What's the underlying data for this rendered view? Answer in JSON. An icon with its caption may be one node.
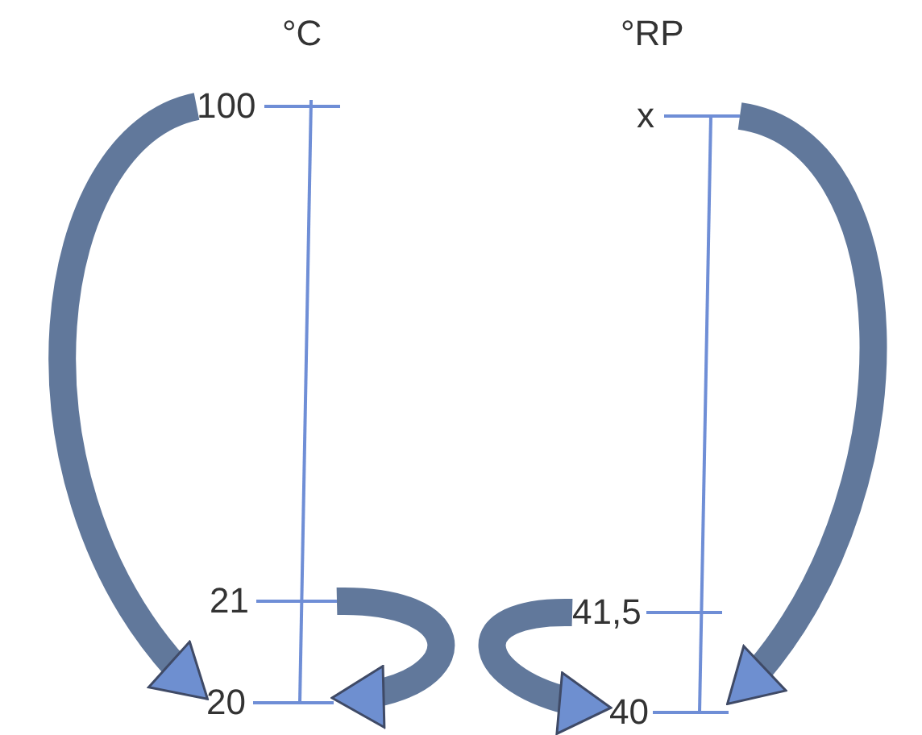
{
  "diagram": {
    "nodes": [
      {
        "text": [
          "100"
        ]
      },
      {
        "text": [
          "21"
        ]
      },
      {
        "text": [
          "20"
        ]
      },
      {
        "text": [
          "x"
        ]
      },
      {
        "text": [
          "41,5"
        ]
      },
      {
        "text": [
          "40"
        ]
      }
    ],
    "edges": [
      {
        "from": 0,
        "to": 2,
        "arrow": "to"
      },
      {
        "from": 1,
        "to": 2,
        "arrow": "to"
      },
      {
        "from": 3,
        "to": 5,
        "arrow": "to"
      },
      {
        "from": 4,
        "to": 5,
        "arrow": "to"
      }
    ],
    "labels": [
      "°C",
      "°RP"
    ]
  }
}
